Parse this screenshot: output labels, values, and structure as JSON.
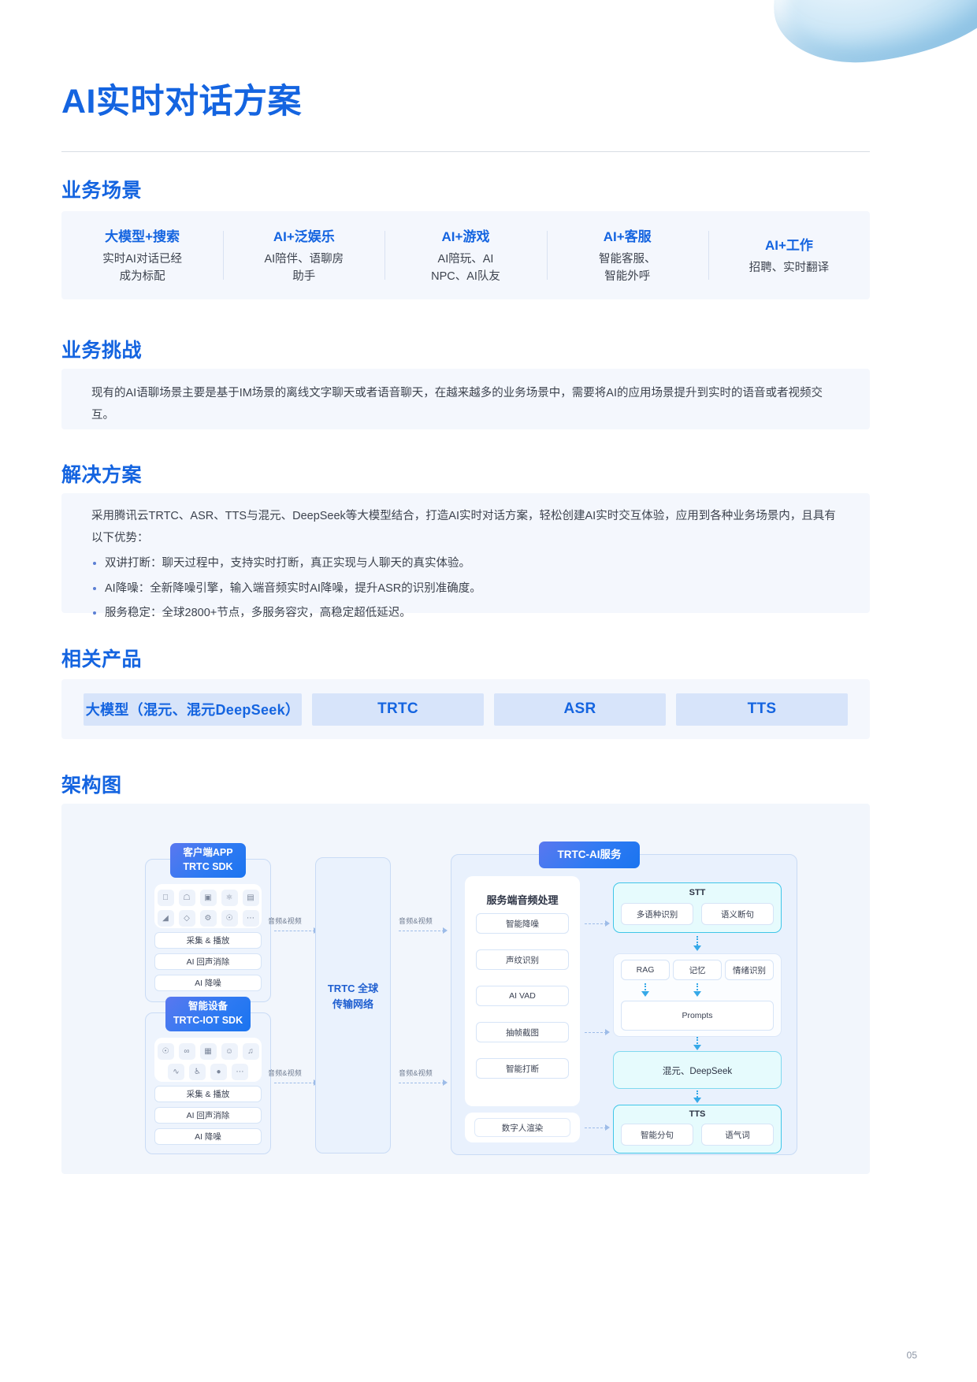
{
  "header": {
    "title": "AI实时对话方案",
    "page_number": "05"
  },
  "sections": {
    "scenarios_heading": "业务场景",
    "challenge_heading": "业务挑战",
    "solution_heading": "解决方案",
    "products_heading": "相关产品",
    "architecture_heading": "架构图"
  },
  "scenarios": [
    {
      "title": "大模型+搜索",
      "desc_line1": "实时AI对话已经",
      "desc_line2": "成为标配"
    },
    {
      "title": "AI+泛娱乐",
      "desc_line1": "AI陪伴、语聊房",
      "desc_line2": "助手"
    },
    {
      "title": "AI+游戏",
      "desc_line1": "AI陪玩、AI",
      "desc_line2": "NPC、AI队友"
    },
    {
      "title": "AI+客服",
      "desc_line1": "智能客服、",
      "desc_line2": "智能外呼"
    },
    {
      "title": "AI+工作",
      "desc_line1": "招聘、实时翻译",
      "desc_line2": ""
    }
  ],
  "challenge": {
    "paragraph": "现有的AI语聊场景主要是基于IM场景的离线文字聊天或者语音聊天，在越来越多的业务场景中，需要将AI的应用场景提升到实时的语音或者视频交互。"
  },
  "solution": {
    "paragraph": "采用腾讯云TRTC、ASR、TTS与混元、DeepSeek等大模型结合，打造AI实时对话方案，轻松创建AI实时交互体验，应用到各种业务场景内，且具有以下优势：",
    "bullets": [
      "双讲打断：聊天过程中，支持实时打断，真正实现与人聊天的真实体验。",
      "AI降噪：全新降噪引擎，输入端音频实时AI降噪，提升ASR的识别准确度。",
      "服务稳定：全球2800+节点，多服务容灾，高稳定超低延迟。"
    ]
  },
  "products": [
    "大模型（混元、混元DeepSeek）",
    "TRTC",
    "ASR",
    "TTS"
  ],
  "architecture": {
    "client_tag_line1": "客户端APP",
    "client_tag_line2": "TRTC SDK",
    "client_icons": [
      "apple-icon",
      "android-icon",
      "windows-icon",
      "react-icon",
      "electron-icon",
      "flutter-icon",
      "unity-icon",
      "settings-icon",
      "web-icon",
      "more-icon"
    ],
    "client_items": [
      "采集 & 播放",
      "AI 回声消除",
      "AI 降噪"
    ],
    "device_tag_line1": "智能设备",
    "device_tag_line2": "TRTC-IOT SDK",
    "device_icons": [
      "camera-icon",
      "link-icon",
      "chip-icon",
      "robot-icon",
      "speaker-icon",
      "wave-icon",
      "headset-icon",
      "mic-icon",
      "more-icon"
    ],
    "device_items": [
      "采集 & 播放",
      "AI 回声消除",
      "AI 降噪"
    ],
    "network_line1": "TRTC 全球",
    "network_line2": "传输网络",
    "flow_labels": [
      "音频&视频",
      "音频&视频",
      "音频&视频",
      "音频&视频"
    ],
    "service_tag": "TRTC-AI服务",
    "audio_block_title": "服务端音频处理",
    "audio_items": [
      "智能降噪",
      "声纹识别",
      "AI VAD",
      "抽帧截图",
      "智能打断"
    ],
    "avatar_item": "数字人渲染",
    "stt_title": "STT",
    "stt_items": [
      "多语种识别",
      "语义断句"
    ],
    "mid_items": [
      "RAG",
      "记忆",
      "情绪识别"
    ],
    "prompts_item": "Prompts",
    "llm_item": "混元、DeepSeek",
    "tts_title": "TTS",
    "tts_items": [
      "智能分句",
      "语气词"
    ]
  }
}
